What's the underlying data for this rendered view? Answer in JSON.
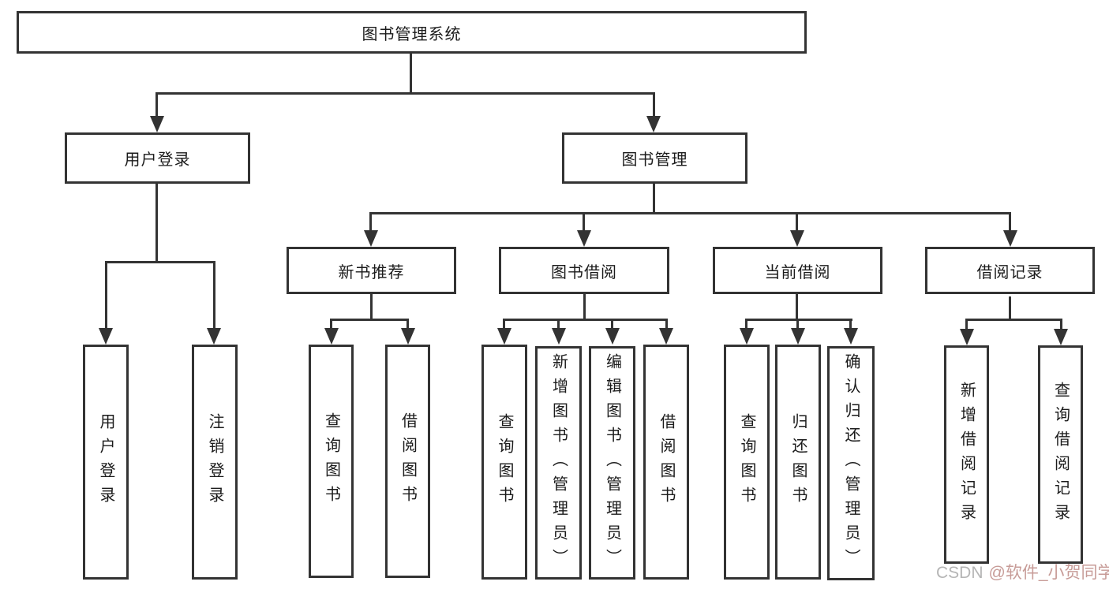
{
  "tree": {
    "label": "图书管理系统",
    "children": [
      {
        "label": "用户登录",
        "children": [
          {
            "label": "用户登录"
          },
          {
            "label": "注销登录"
          }
        ]
      },
      {
        "label": "图书管理",
        "children": [
          {
            "label": "新书推荐",
            "children": [
              {
                "label": "查询图书"
              },
              {
                "label": "借阅图书"
              }
            ]
          },
          {
            "label": "图书借阅",
            "children": [
              {
                "label": "查询图书"
              },
              {
                "label": "新增图书（管理员）"
              },
              {
                "label": "编辑图书（管理员）"
              },
              {
                "label": "借阅图书"
              }
            ]
          },
          {
            "label": "当前借阅",
            "children": [
              {
                "label": "查询图书"
              },
              {
                "label": "归还图书"
              },
              {
                "label": "确认归还（管理员）"
              }
            ]
          },
          {
            "label": "借阅记录",
            "children": [
              {
                "label": "新增借阅记录"
              },
              {
                "label": "查询借阅记录"
              }
            ]
          }
        ]
      }
    ]
  },
  "watermark": {
    "brand": "CSDN",
    "handle": "@软件_小贺同学"
  },
  "colors": {
    "line": "#333333",
    "box_border": "#333333",
    "box_background": "#ffffff",
    "text": "#1b1b1b",
    "watermark_gray": "#b5b5b5",
    "watermark_red": "#c79b97"
  }
}
